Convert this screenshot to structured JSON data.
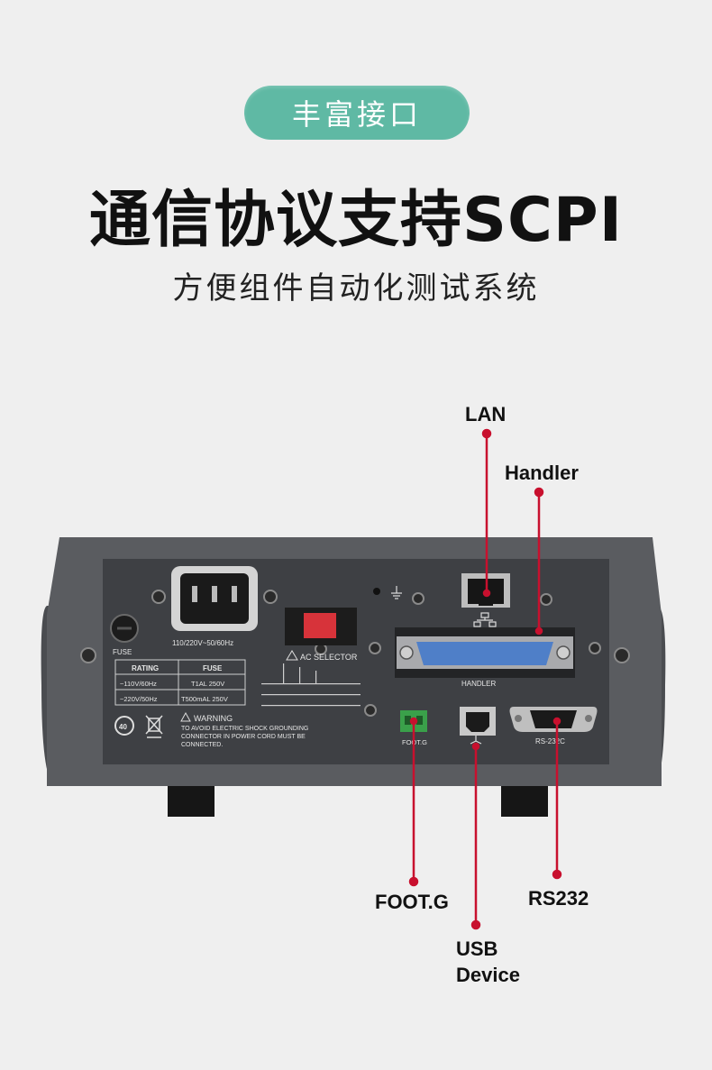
{
  "header": {
    "badge": "丰富接口",
    "title": "通信协议支持SCPI",
    "subtitle": "方便组件自动化测试系统"
  },
  "callouts": {
    "lan": "LAN",
    "handler": "Handler",
    "footg": "FOOT.G",
    "usb_line1": "USB",
    "usb_line2": "Device",
    "rs232": "RS232"
  },
  "panel": {
    "fuse": "FUSE",
    "voltage": "110/220V~50/60Hz",
    "ac_selector": "AC SELECTOR",
    "rating_table": {
      "headers": [
        "RATING",
        "FUSE"
      ],
      "rows": [
        [
          "~110V/60Hz",
          "T1AL 250V"
        ],
        [
          "~220V/50Hz",
          "T500mAL 250V"
        ]
      ]
    },
    "warning_title": "WARNING",
    "warning_lines": [
      "TO AVOID ELECTRIC SHOCK GROUNDING",
      "CONNECTOR IN POWER CORD MUST BE",
      "CONNECTED."
    ],
    "handler_port": "HANDLER",
    "foot_port": "FOOT.G",
    "rs232_port": "RS-232C",
    "eco_badge": "40"
  },
  "colors": {
    "badge": "#5fb9a4",
    "callout_line": "#c8102e",
    "panel": "#55575b",
    "panel_inner": "#3d3f43"
  }
}
